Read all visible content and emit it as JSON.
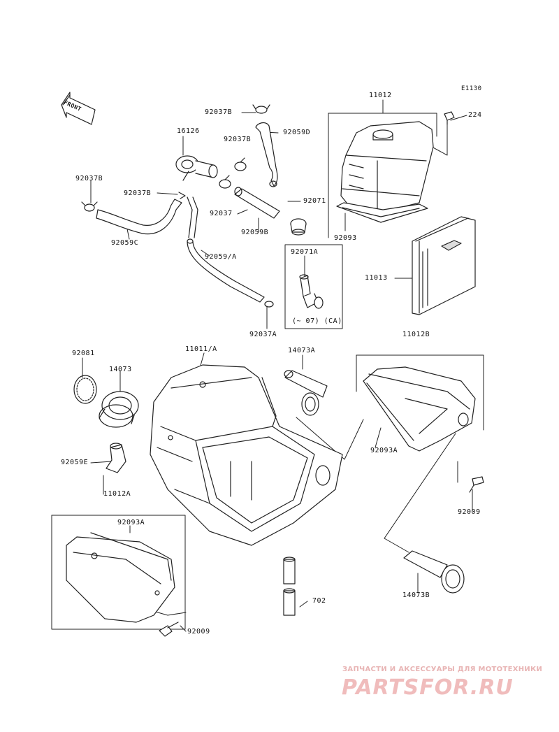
{
  "diagram": {
    "code": "E1130",
    "front_label": "FRONT",
    "labels": {
      "p11012": "11012",
      "p224": "224",
      "p92037B_a": "92037B",
      "p92059D": "92059D",
      "p16126": "16126",
      "p92037B_b": "92037B",
      "p92037B_c": "92037B",
      "p92037B_d": "92037B",
      "p92071": "92071",
      "p92037": "92037",
      "p92059B": "92059B",
      "p92093": "92093",
      "p92059C": "92059C",
      "p92059A": "92059/A",
      "p92071A": "92071A",
      "p11013": "11013",
      "p_note": "(~ 07) (CA)",
      "p92037A": "92037A",
      "p11012B": "11012B",
      "p92081": "92081",
      "p11011A": "11011/A",
      "p14073A": "14073A",
      "p14073": "14073",
      "p92093A_a": "92093A",
      "p92059E": "92059E",
      "p11012A": "11012A",
      "p92009_a": "92009",
      "p92093A_b": "92093A",
      "p14073B": "14073B",
      "p702": "702",
      "p92009_b": "92009"
    }
  },
  "watermark": {
    "tagline": "ЗАПЧАСТИ И АКСЕССУАРЫ ДЛЯ МОТОТЕХНИКИ",
    "brand": "PARTSFOR.RU"
  }
}
